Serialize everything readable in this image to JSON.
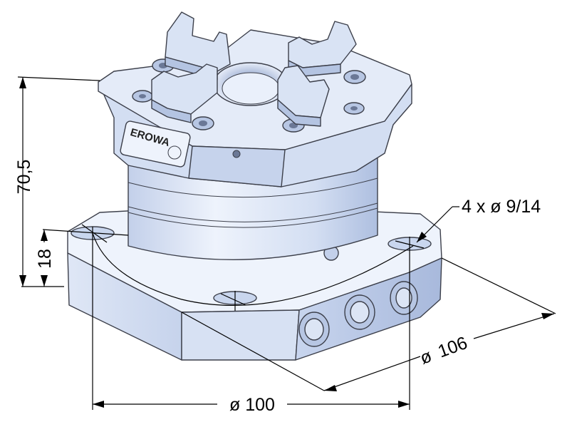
{
  "dimensions": {
    "height_total": "70,5",
    "height_base": "18",
    "holes": "4 x ø 9/14",
    "diameter_100": "ø 100",
    "diameter_106": "106",
    "diameter_106_symbol": "ø"
  },
  "logo": {
    "brand": "EROWA"
  },
  "colors": {
    "body_light": "#e8eef9",
    "body_mid": "#c9d6ee",
    "body_dark": "#a9badb",
    "outline": "#3c3f4a"
  }
}
